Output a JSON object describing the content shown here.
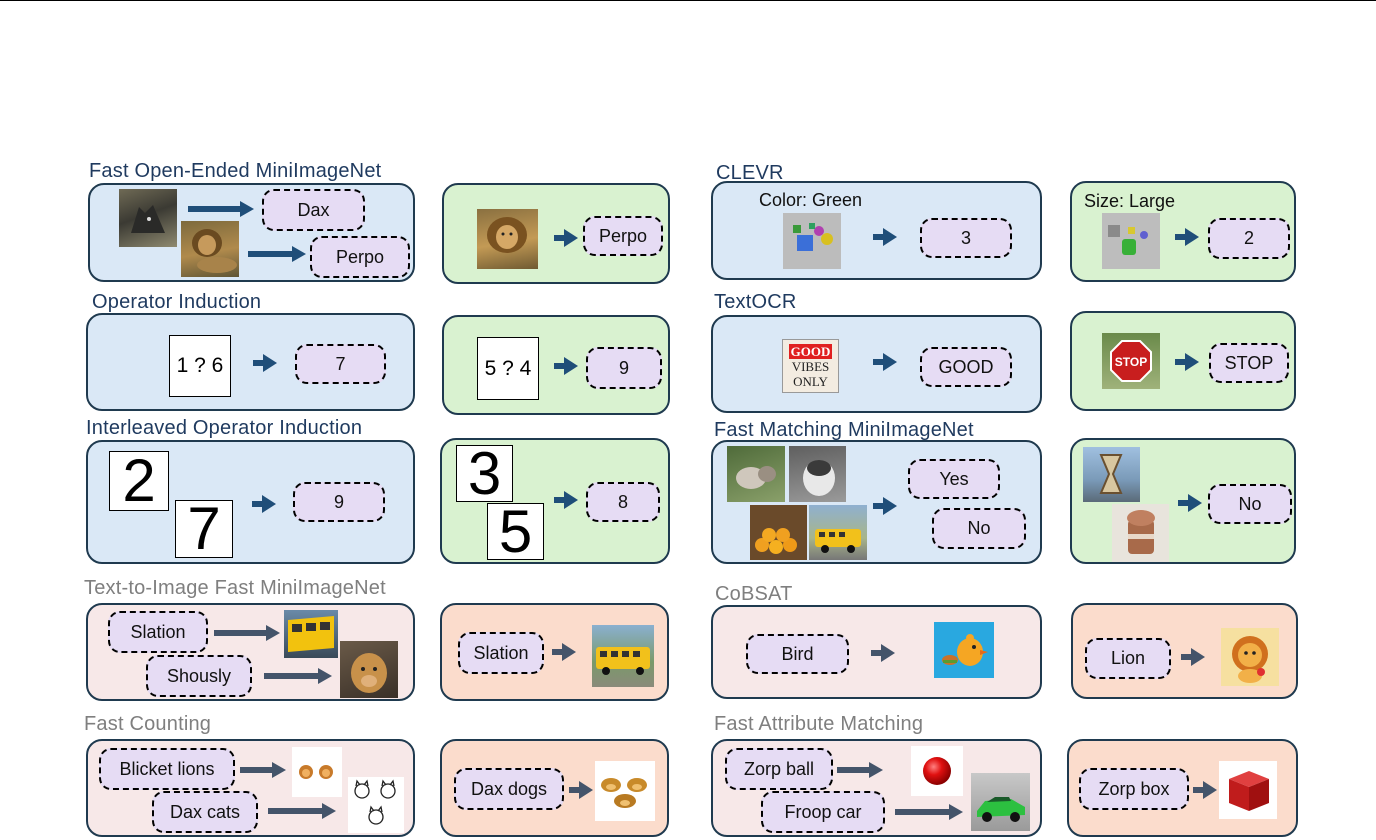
{
  "titles": {
    "fast_open_ended": "Fast Open-Ended MiniImageNet",
    "clevr": "CLEVR",
    "operator_induction": "Operator Induction",
    "textocr": "TextOCR",
    "interleaved": "Interleaved Operator Induction",
    "fast_matching": "Fast Matching MiniImageNet",
    "text_to_image": "Text-to-Image Fast MiniImageNet",
    "cobsat": "CoBSAT",
    "fast_counting": "Fast Counting",
    "fast_attribute": "Fast Attribute Matching"
  },
  "fast_open_ended": {
    "context": [
      "Dax",
      "Perpo"
    ],
    "query_answer": "Perpo"
  },
  "clevr": {
    "context_label": "Color: Green",
    "context_answer": "3",
    "query_label": "Size: Large",
    "query_answer": "2"
  },
  "operator_induction": {
    "context_card": "1 ? 6",
    "context_answer": "7",
    "query_card": "5 ? 4",
    "query_answer": "9"
  },
  "textocr": {
    "context_image_text": [
      "GOOD",
      "VIBES",
      "ONLY"
    ],
    "context_answer": "GOOD",
    "query_sign_text": "STOP",
    "query_answer": "STOP"
  },
  "interleaved": {
    "context_digits": [
      "2",
      "7"
    ],
    "context_answer": "9",
    "query_digits": [
      "3",
      "5"
    ],
    "query_answer": "8"
  },
  "fast_matching": {
    "context": [
      "Yes",
      "No"
    ],
    "query_answer": "No"
  },
  "text_to_image": {
    "context": [
      "Slation",
      "Shously"
    ],
    "query": "Slation"
  },
  "cobsat": {
    "context": "Bird",
    "query": "Lion"
  },
  "fast_counting": {
    "context": [
      "Blicket lions",
      "Dax cats"
    ],
    "query": "Dax dogs"
  },
  "fast_attribute": {
    "context": [
      "Zorp ball",
      "Froop car"
    ],
    "query": "Zorp box"
  },
  "colors": {
    "blue_panel": "#dae8f6",
    "green_panel": "#d9f2d0",
    "pink_panel": "#f7e8e8",
    "peach_panel": "#fbdccc",
    "token": "#e6dcf4",
    "arrow": "#1f4e79",
    "gray_arrow": "#44546a",
    "title_blue": "#1f3a5f",
    "title_gray": "#7f7f7f"
  },
  "icons": [
    "wolf-photo",
    "lion-photo",
    "clevr-render",
    "stop-sign-photo",
    "husky-photo",
    "oranges-photo",
    "school-bus-photo",
    "hourglass-photo",
    "dessert-photo",
    "golden-retriever-photo",
    "bird-cartoon",
    "lion-cartoon",
    "red-ball",
    "green-car",
    "red-box"
  ]
}
